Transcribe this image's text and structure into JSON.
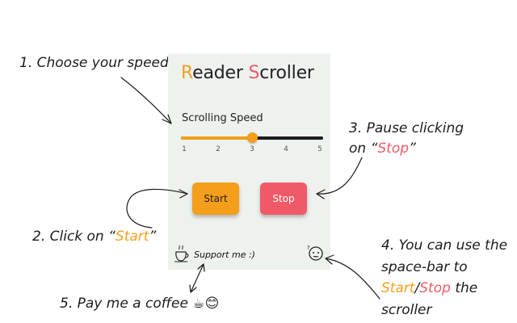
{
  "annotations": {
    "step1": "1. Choose your speed",
    "step2_prefix": "2. Click on “",
    "step2_highlight": "Start",
    "step2_suffix": "”",
    "step3_line1": "3. Pause clicking",
    "step3_prefix": "on  “",
    "step3_highlight": "Stop",
    "step3_suffix": "”",
    "step4_line1": "4. You can use the",
    "step4_line2": "space-bar to",
    "step4_start": "Start",
    "step4_slash": "/",
    "step4_stop": "Stop",
    "step4_the": " the",
    "step4_line4": "scroller",
    "step5": "5. Pay me a coffee ☕😊"
  },
  "popup": {
    "title_first_letter": "R",
    "title_rest1": "eader ",
    "title_second_letter": "S",
    "title_rest2": "croller",
    "speed_label": "Scrolling Speed",
    "slider": {
      "min": 1,
      "max": 5,
      "value": 3,
      "ticks": [
        "1",
        "2",
        "3",
        "4",
        "5"
      ]
    },
    "start_label": "Start",
    "stop_label": "Stop",
    "support_label": "Support me :)"
  },
  "colors": {
    "accent": "#f59e1b",
    "stop": "#f05a68",
    "panel_bg": "#eef2ee"
  },
  "icons": {
    "support": "coffee-cup-sketch-icon",
    "help": "confused-face-icon"
  }
}
